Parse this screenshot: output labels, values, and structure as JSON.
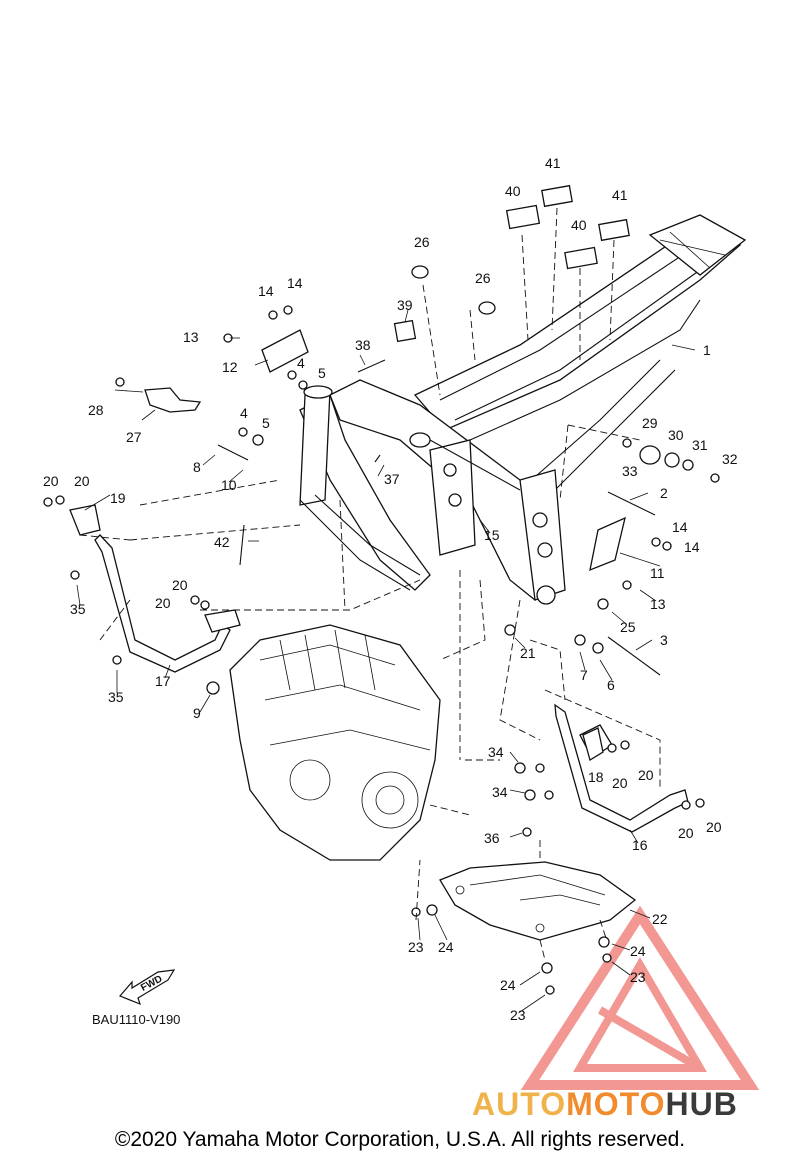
{
  "callouts": [
    {
      "id": "p1",
      "text": "1"
    },
    {
      "id": "p2",
      "text": "2"
    },
    {
      "id": "p3",
      "text": "3"
    },
    {
      "id": "p4a",
      "text": "4"
    },
    {
      "id": "p4b",
      "text": "4"
    },
    {
      "id": "p5a",
      "text": "5"
    },
    {
      "id": "p5b",
      "text": "5"
    },
    {
      "id": "p6",
      "text": "6"
    },
    {
      "id": "p7",
      "text": "7"
    },
    {
      "id": "p8",
      "text": "8"
    },
    {
      "id": "p9",
      "text": "9"
    },
    {
      "id": "p10",
      "text": "10"
    },
    {
      "id": "p11",
      "text": "11"
    },
    {
      "id": "p12",
      "text": "12"
    },
    {
      "id": "p13a",
      "text": "13"
    },
    {
      "id": "p13b",
      "text": "13"
    },
    {
      "id": "p14a",
      "text": "14"
    },
    {
      "id": "p14b",
      "text": "14"
    },
    {
      "id": "p14c",
      "text": "14"
    },
    {
      "id": "p14d",
      "text": "14"
    },
    {
      "id": "p15",
      "text": "15"
    },
    {
      "id": "p16",
      "text": "16"
    },
    {
      "id": "p17",
      "text": "17"
    },
    {
      "id": "p18",
      "text": "18"
    },
    {
      "id": "p19",
      "text": "19"
    },
    {
      "id": "p20a",
      "text": "20"
    },
    {
      "id": "p20b",
      "text": "20"
    },
    {
      "id": "p20c",
      "text": "20"
    },
    {
      "id": "p20d",
      "text": "20"
    },
    {
      "id": "p20e",
      "text": "20"
    },
    {
      "id": "p20f",
      "text": "20"
    },
    {
      "id": "p20g",
      "text": "20"
    },
    {
      "id": "p20h",
      "text": "20"
    },
    {
      "id": "p21",
      "text": "21"
    },
    {
      "id": "p22",
      "text": "22"
    },
    {
      "id": "p23a",
      "text": "23"
    },
    {
      "id": "p23b",
      "text": "23"
    },
    {
      "id": "p23c",
      "text": "23"
    },
    {
      "id": "p24a",
      "text": "24"
    },
    {
      "id": "p24b",
      "text": "24"
    },
    {
      "id": "p24c",
      "text": "24"
    },
    {
      "id": "p25",
      "text": "25"
    },
    {
      "id": "p26a",
      "text": "26"
    },
    {
      "id": "p26b",
      "text": "26"
    },
    {
      "id": "p27",
      "text": "27"
    },
    {
      "id": "p28",
      "text": "28"
    },
    {
      "id": "p29",
      "text": "29"
    },
    {
      "id": "p30",
      "text": "30"
    },
    {
      "id": "p31",
      "text": "31"
    },
    {
      "id": "p32",
      "text": "32"
    },
    {
      "id": "p33",
      "text": "33"
    },
    {
      "id": "p34a",
      "text": "34"
    },
    {
      "id": "p34b",
      "text": "34"
    },
    {
      "id": "p35a",
      "text": "35"
    },
    {
      "id": "p35b",
      "text": "35"
    },
    {
      "id": "p36",
      "text": "36"
    },
    {
      "id": "p37",
      "text": "37"
    },
    {
      "id": "p38",
      "text": "38"
    },
    {
      "id": "p39",
      "text": "39"
    },
    {
      "id": "p40a",
      "text": "40"
    },
    {
      "id": "p40b",
      "text": "40"
    },
    {
      "id": "p41a",
      "text": "41"
    },
    {
      "id": "p41b",
      "text": "41"
    },
    {
      "id": "p42",
      "text": "42"
    }
  ],
  "fwd_label": "FWD",
  "diagram_code": "BAU1110-V190",
  "watermark": {
    "word_auto": "AUTO",
    "word_moto": "MOTO",
    "word_hub": "HUB",
    "colors": {
      "auto": "#f0b24a",
      "moto": "#f28a2e",
      "hub": "#3a3a3a",
      "logo": "#e8433a"
    }
  },
  "copyright": "©2020 Yamaha Motor Corporation, U.S.A. All rights reserved."
}
